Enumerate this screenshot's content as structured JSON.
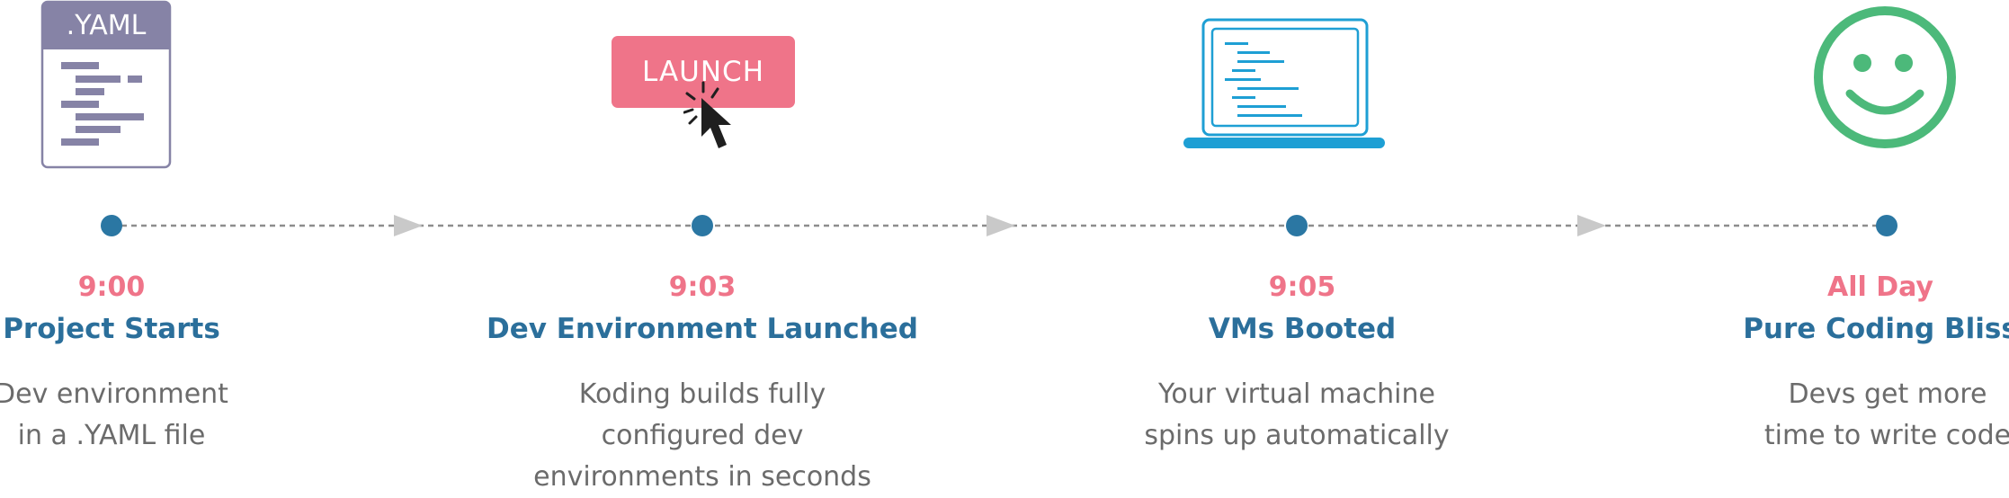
{
  "stages": [
    {
      "time": "9:00",
      "title": "Project Starts",
      "desc": [
        "Dev environment",
        "in a .YAML file"
      ],
      "icon": "yaml-file-icon",
      "icon_label": ".YAML"
    },
    {
      "time": "9:03",
      "title": "Dev Environment Launched",
      "desc": [
        "Koding builds fully",
        "configured dev",
        "environments in seconds"
      ],
      "icon": "launch-button-cursor-icon",
      "icon_label": "LAUNCH"
    },
    {
      "time": "9:05",
      "title": "VMs Booted",
      "desc": [
        "Your virtual machine",
        "spins up automatically"
      ],
      "icon": "laptop-code-icon"
    },
    {
      "time": "All Day",
      "title": "Pure Coding Bliss",
      "desc": [
        "Devs get more",
        "time to write code"
      ],
      "icon": "smiley-face-icon"
    }
  ],
  "colors": {
    "accent_pink": "#ef7489",
    "title_blue": "#2b6f9b",
    "dot_blue": "#2b77a3",
    "laptop_blue": "#1e9fd4",
    "smile_green": "#4cb97a",
    "yaml_purple": "#8683a6"
  }
}
